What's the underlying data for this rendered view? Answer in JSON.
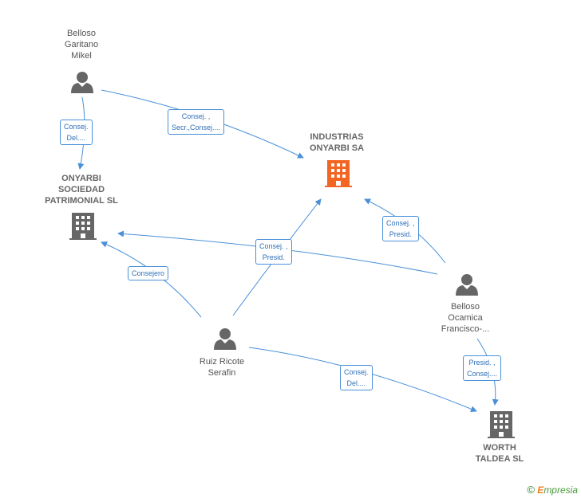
{
  "nodes": {
    "belloso_garitano": {
      "lines": [
        "Belloso",
        "Garitano",
        "Mikel"
      ]
    },
    "onyarbi_sociedad": {
      "lines": [
        "ONYARBI",
        "SOCIEDAD",
        "PATRIMONIAL SL"
      ]
    },
    "industrias_onyarbi": {
      "lines": [
        "INDUSTRIAS",
        "ONYARBI SA"
      ]
    },
    "belloso_ocamica": {
      "lines": [
        "Belloso",
        "Ocamica",
        "Francisco-..."
      ]
    },
    "ruiz_ricote": {
      "lines": [
        "Ruiz Ricote",
        "Serafin"
      ]
    },
    "worth_taldea": {
      "lines": [
        "WORTH",
        "TALDEA SL"
      ]
    }
  },
  "edges": {
    "e1": {
      "lines": [
        "Consej.",
        "Del...."
      ]
    },
    "e2": {
      "lines": [
        "Consej. ,",
        "Secr.,Consej...."
      ]
    },
    "e3": {
      "lines": [
        "Consej. ,",
        "Presid."
      ]
    },
    "e4": {
      "lines": [
        "Consej. ,",
        "Presid."
      ]
    },
    "e5": {
      "lines": [
        "Consejero"
      ]
    },
    "e6": {
      "lines": [
        "Consej.",
        "Del...."
      ]
    },
    "e7": {
      "lines": [
        "Presid. ,",
        "Consej...."
      ]
    }
  },
  "footer": {
    "copyright": "©",
    "brand_first": "E",
    "brand_rest": "mpresia"
  },
  "colors": {
    "edge": "#4a90d9",
    "person": "#666666",
    "company": "#666666",
    "main_company": "#f26522"
  }
}
